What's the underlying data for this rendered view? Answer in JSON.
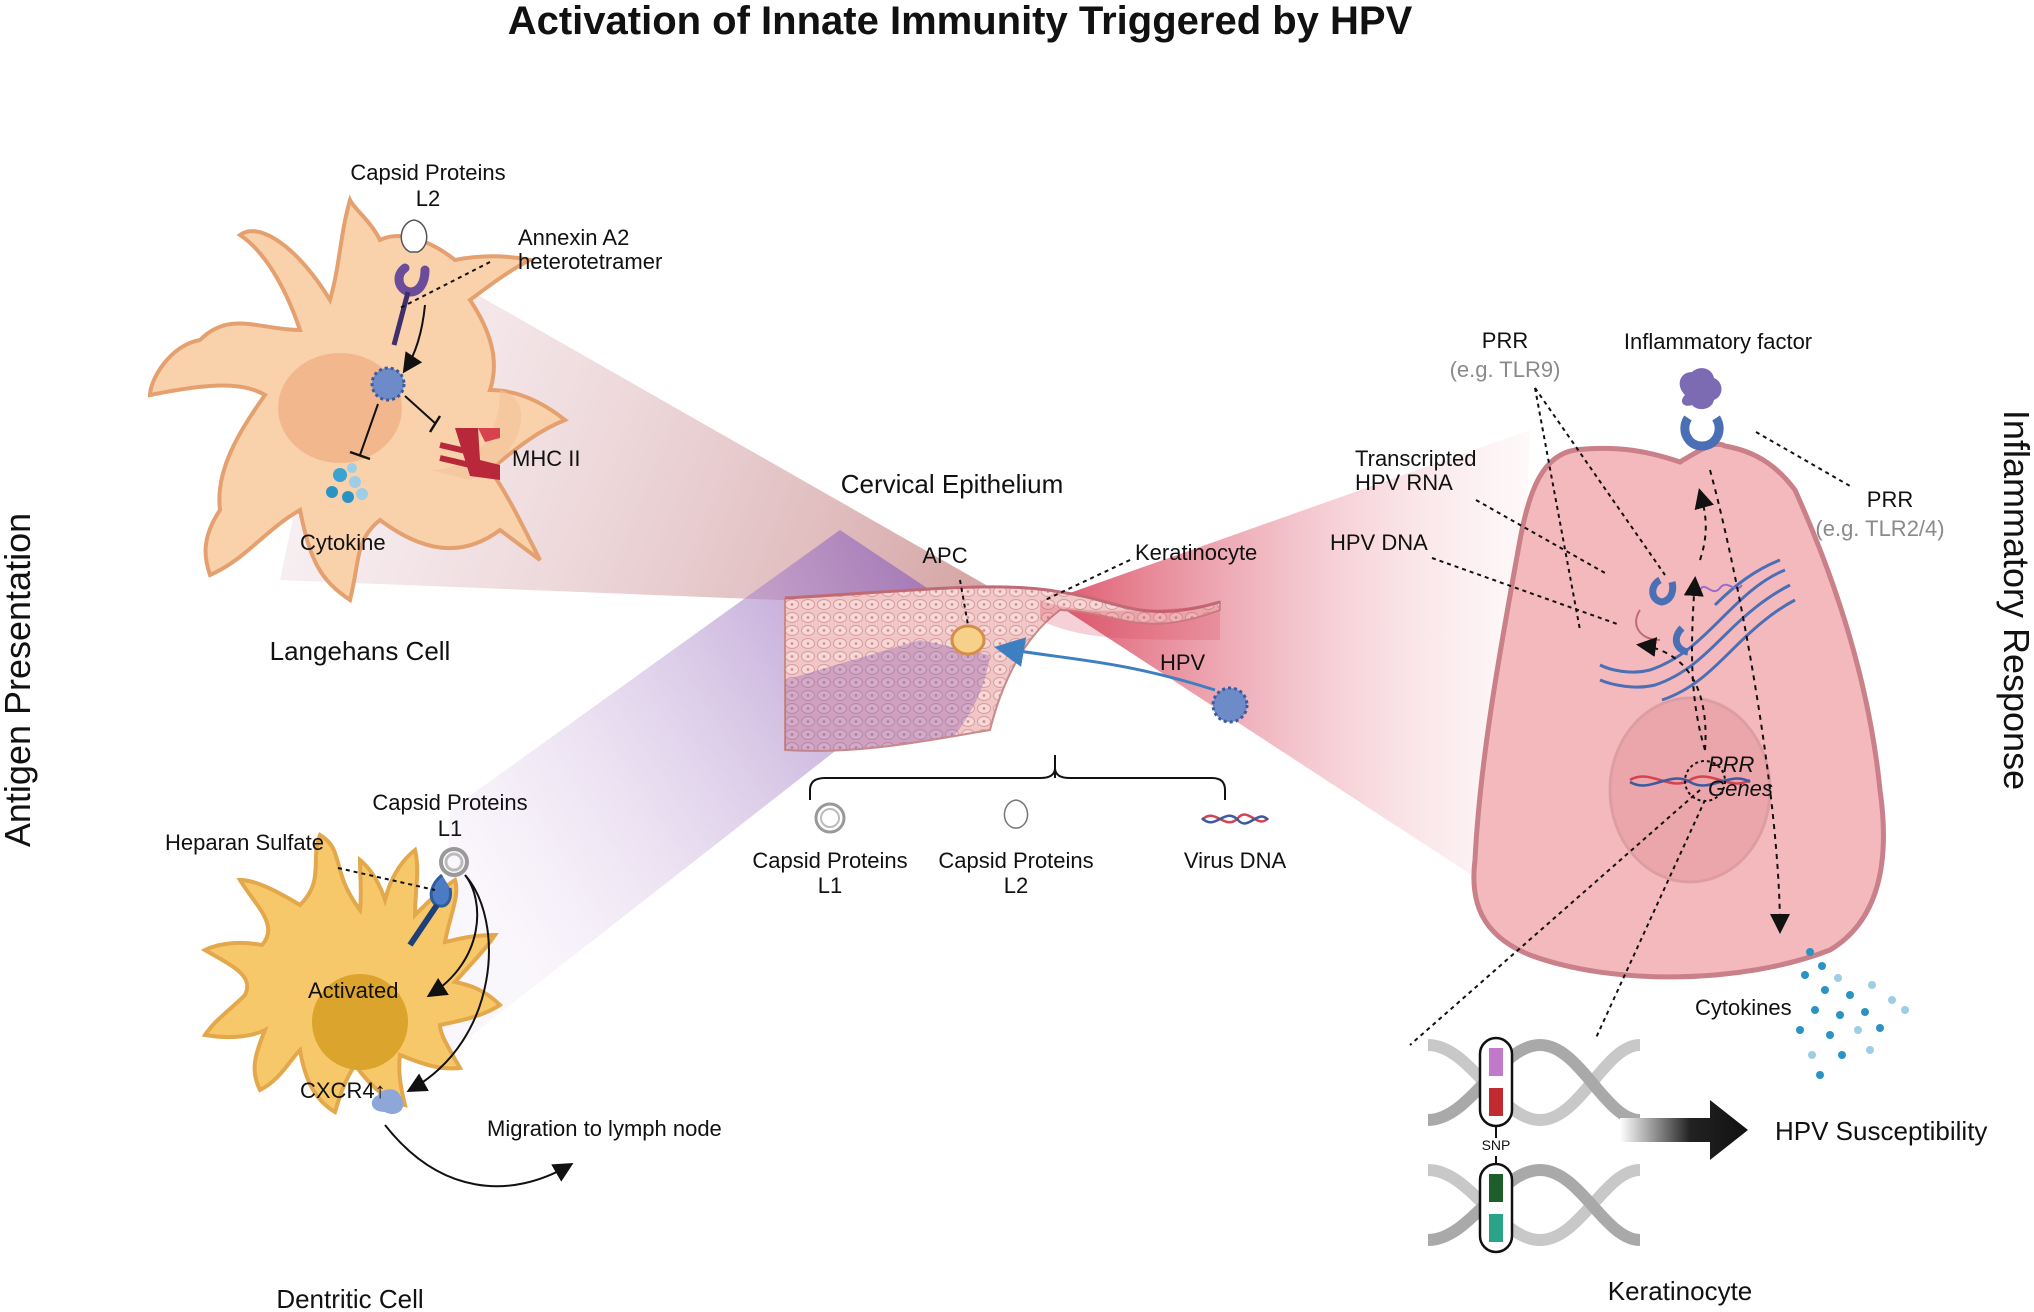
{
  "title": "Activation of Innate Immunity Triggered by HPV",
  "side_labels": {
    "left": "Antigen Presentation",
    "right": "Inflammatory Response"
  },
  "langerhans": {
    "name": "Langehans Cell",
    "capsid_l2_line1": "Capsid Proteins",
    "capsid_l2_line2": "L2",
    "annexin_line1": "Annexin A2",
    "annexin_line2": "heterotetramer",
    "mhc": "MHC II",
    "cytokine": "Cytokine"
  },
  "dendritic": {
    "name": "Dentritic Cell",
    "capsid_l1_line1": "Capsid Proteins",
    "capsid_l1_line2": "L1",
    "heparan": "Heparan Sulfate",
    "activated": "Activated",
    "cxcr4": "CXCR4↑",
    "migration": "Migration to lymph node"
  },
  "epithelium": {
    "title": "Cervical Epithelium",
    "apc": "APC",
    "keratinocyte": "Keratinocyte",
    "hpv": "HPV",
    "components": [
      {
        "line1": "Capsid Proteins",
        "line2": "L1"
      },
      {
        "line1": "Capsid Proteins",
        "line2": "L2"
      },
      {
        "line1": "Virus DNA",
        "line2": ""
      }
    ]
  },
  "keratinocyte_cell": {
    "name": "Keratinocyte",
    "prr_tlr9_line1": "PRR",
    "prr_tlr9_line2": "(e.g. TLR9)",
    "inflammatory_factor": "Inflammatory factor",
    "prr_tlr24_line1": "PRR",
    "prr_tlr24_line2": "(e.g. TLR2/4)",
    "rna_line1": "Transcripted",
    "rna_line2": "HPV RNA",
    "hpv_dna": "HPV DNA",
    "prr_genes_line1": "PRR",
    "prr_genes_line2": "Genes",
    "cytokines": "Cytokines",
    "snp": "SNP",
    "susceptibility": "HPV Susceptibility"
  },
  "colors": {
    "langerhans_cell": "#f9d2ab",
    "langerhans_outline": "#e5a06f",
    "dendritic_cell": "#f7c86a",
    "dendritic_nucleus": "#dba42c",
    "keratinocyte_cell": "#f4b9bd",
    "keratinocyte_outline": "#c98088",
    "virus": "#5c77b8",
    "mhc": "#b8283a",
    "receptor": "#5a86c9",
    "cytokine_dot": "#2a93c4"
  }
}
